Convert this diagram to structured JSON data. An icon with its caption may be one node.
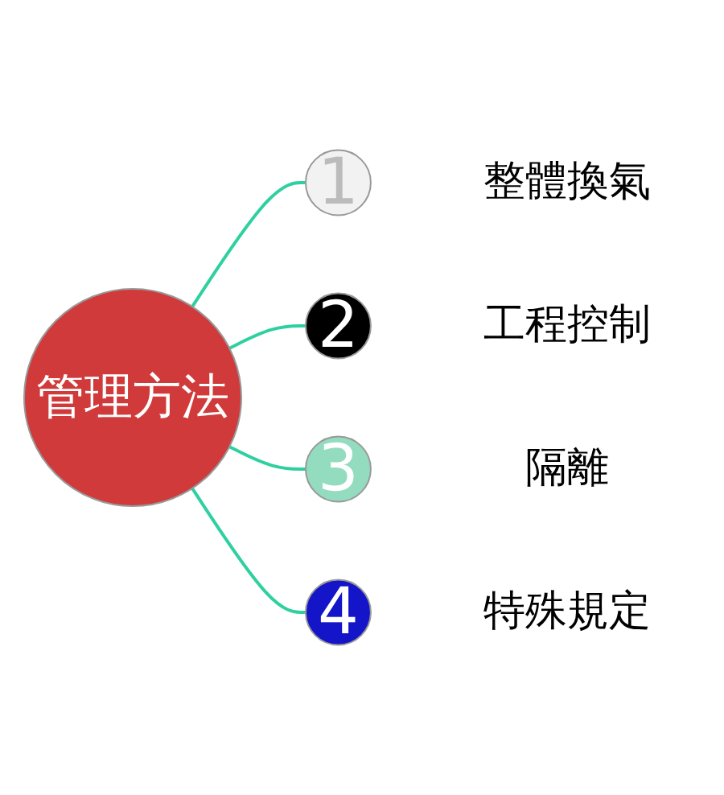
{
  "diagram": {
    "nodes": [
      {
        "text": [
          "管理方法"
        ]
      },
      {
        "text": [
          "1"
        ],
        "beside": [
          "整體換氣"
        ]
      },
      {
        "text": [
          "2"
        ],
        "beside": [
          "工程控制"
        ]
      },
      {
        "text": [
          "3"
        ],
        "beside": [
          "隔離"
        ]
      },
      {
        "text": [
          "4"
        ],
        "beside": [
          "特殊規定"
        ]
      }
    ],
    "edges": [
      {
        "from": 0,
        "to": 1,
        "arrow": "none"
      },
      {
        "from": 0,
        "to": 2,
        "arrow": "none"
      },
      {
        "from": 0,
        "to": 3,
        "arrow": "none"
      },
      {
        "from": 0,
        "to": 4,
        "arrow": "none"
      }
    ]
  }
}
